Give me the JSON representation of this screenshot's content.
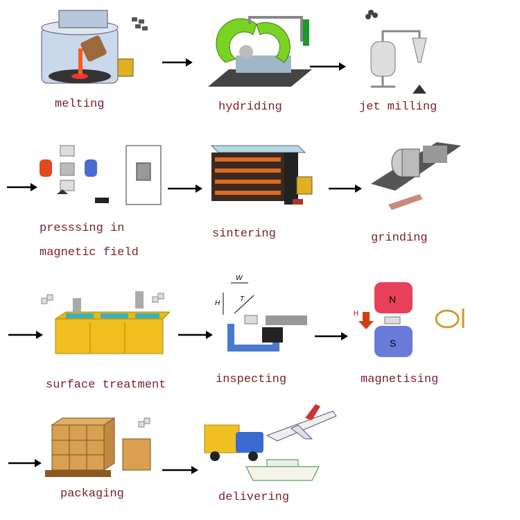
{
  "colors": {
    "label": "#7a1f2a",
    "arrow": "#000000"
  },
  "steps": [
    {
      "id": "melting",
      "label": "melting",
      "icon": "melting-furnace-icon"
    },
    {
      "id": "hydriding",
      "label": "hydriding",
      "icon": "hydriding-furnace-icon"
    },
    {
      "id": "jet-milling",
      "label": "jet milling",
      "icon": "jet-mill-icon"
    },
    {
      "id": "pressing",
      "label": "presssing in",
      "label2": "magnetic field",
      "icon": "magnetic-press-icon"
    },
    {
      "id": "sintering",
      "label": "sintering",
      "icon": "sintering-furnace-icon"
    },
    {
      "id": "grinding",
      "label": "grinding",
      "icon": "grinding-machine-icon"
    },
    {
      "id": "surface-treatment",
      "label": "surface treatment",
      "icon": "plating-tank-icon"
    },
    {
      "id": "inspecting",
      "label": "inspecting",
      "icon": "micrometer-icon"
    },
    {
      "id": "magnetising",
      "label": "magnetising",
      "icon": "magnetiser-icon"
    },
    {
      "id": "packaging",
      "label": "packaging",
      "icon": "boxes-pallet-icon"
    },
    {
      "id": "delivering",
      "label": "delivering",
      "icon": "truck-plane-ship-icon"
    }
  ]
}
